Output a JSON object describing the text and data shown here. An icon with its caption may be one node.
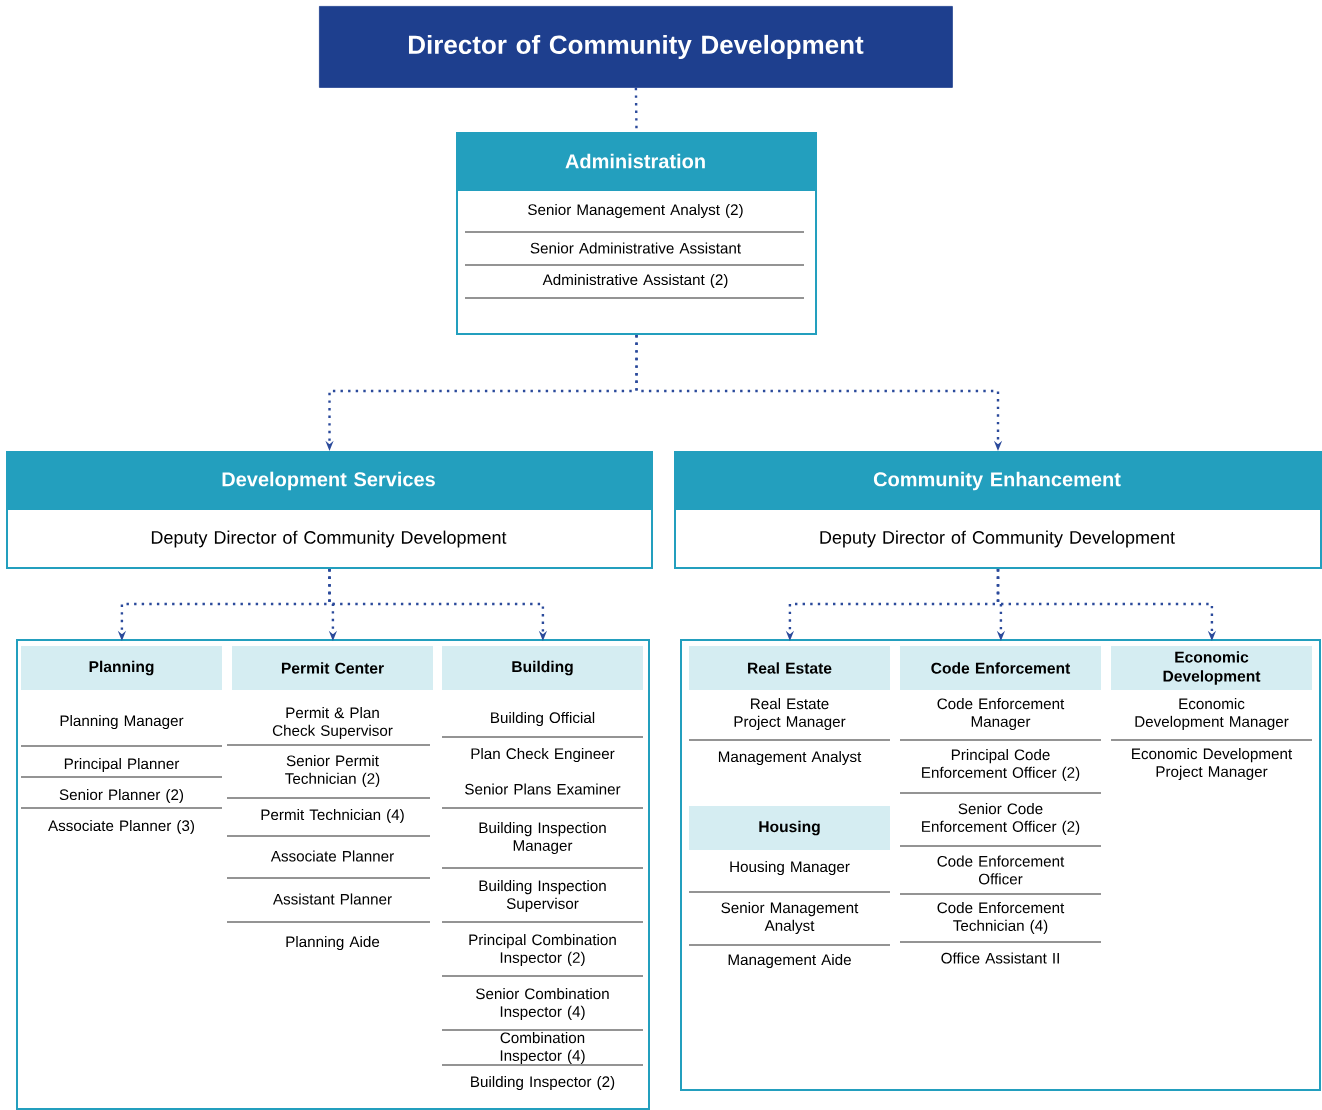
{
  "diagram": {
    "nodes": [
      {
        "text": [
          "Director of Community Development"
        ]
      },
      {
        "text": [
          "Administration",
          "Senior Management Analyst (2)",
          "Senior Administrative Assistant",
          "Administrative Assistant (2)"
        ]
      },
      {
        "text": [
          "Development Services",
          "Deputy Director of Community Development"
        ]
      },
      {
        "text": [
          "Community Enhancement",
          "Deputy Director of Community Development"
        ]
      },
      {
        "text": [],
        "shape": "box"
      },
      {
        "text": [
          "Planning",
          "Planning Manager",
          "Principal Planner",
          "Senior Planner (2)",
          "Associate Planner (3)"
        ],
        "in": 4
      },
      {
        "text": [
          "Permit Center",
          "Permit & Plan Check Supervisor",
          "Senior Permit Technician (2)",
          "Permit Technician (4)",
          "Associate Planner",
          "Assistant Planner",
          "Planning Aide"
        ],
        "in": 4
      },
      {
        "text": [
          "Building",
          "Building Official",
          "Plan Check Engineer",
          "Senior Plans Examiner",
          "Building Inspection Manager",
          "Building Inspection Supervisor",
          "Principal Combination Inspector (2)",
          "Senior Combination Inspector (4)",
          "Combination Inspector (4)",
          "Building Inspector (2)"
        ],
        "in": 4
      },
      {
        "text": [],
        "shape": "box"
      },
      {
        "text": [
          "Real Estate",
          "Real Estate Project Manager",
          "Management Analyst"
        ],
        "in": 8
      },
      {
        "text": [
          "Housing",
          "Housing Manager",
          "Senior Management Analyst",
          "Management Aide"
        ],
        "in": 8
      },
      {
        "text": [
          "Code Enforcement",
          "Code Enforcement Manager",
          "Principal Code Enforcement Officer (2)",
          "Senior Code Enforcement Officer (2)",
          "Code Enforcement Officer",
          "Code Enforcement Technician (4)",
          "Office Assistant II"
        ],
        "in": 8
      },
      {
        "text": [
          "Economic Development",
          "Economic Development Manager",
          "Economic Development Project Manager"
        ],
        "in": 8
      }
    ],
    "edges": [
      {
        "from": 0,
        "to": 1,
        "arrow": "none"
      },
      {
        "from": 1,
        "to": 2,
        "arrow": "to"
      },
      {
        "from": 1,
        "to": 3,
        "arrow": "to"
      },
      {
        "from": 2,
        "to": 5,
        "arrow": "to"
      },
      {
        "from": 2,
        "to": 6,
        "arrow": "to"
      },
      {
        "from": 2,
        "to": 7,
        "arrow": "to"
      },
      {
        "from": 3,
        "to": 9,
        "arrow": "to"
      },
      {
        "from": 3,
        "to": 11,
        "arrow": "to"
      },
      {
        "from": 3,
        "to": 12,
        "arrow": "to"
      }
    ]
  }
}
